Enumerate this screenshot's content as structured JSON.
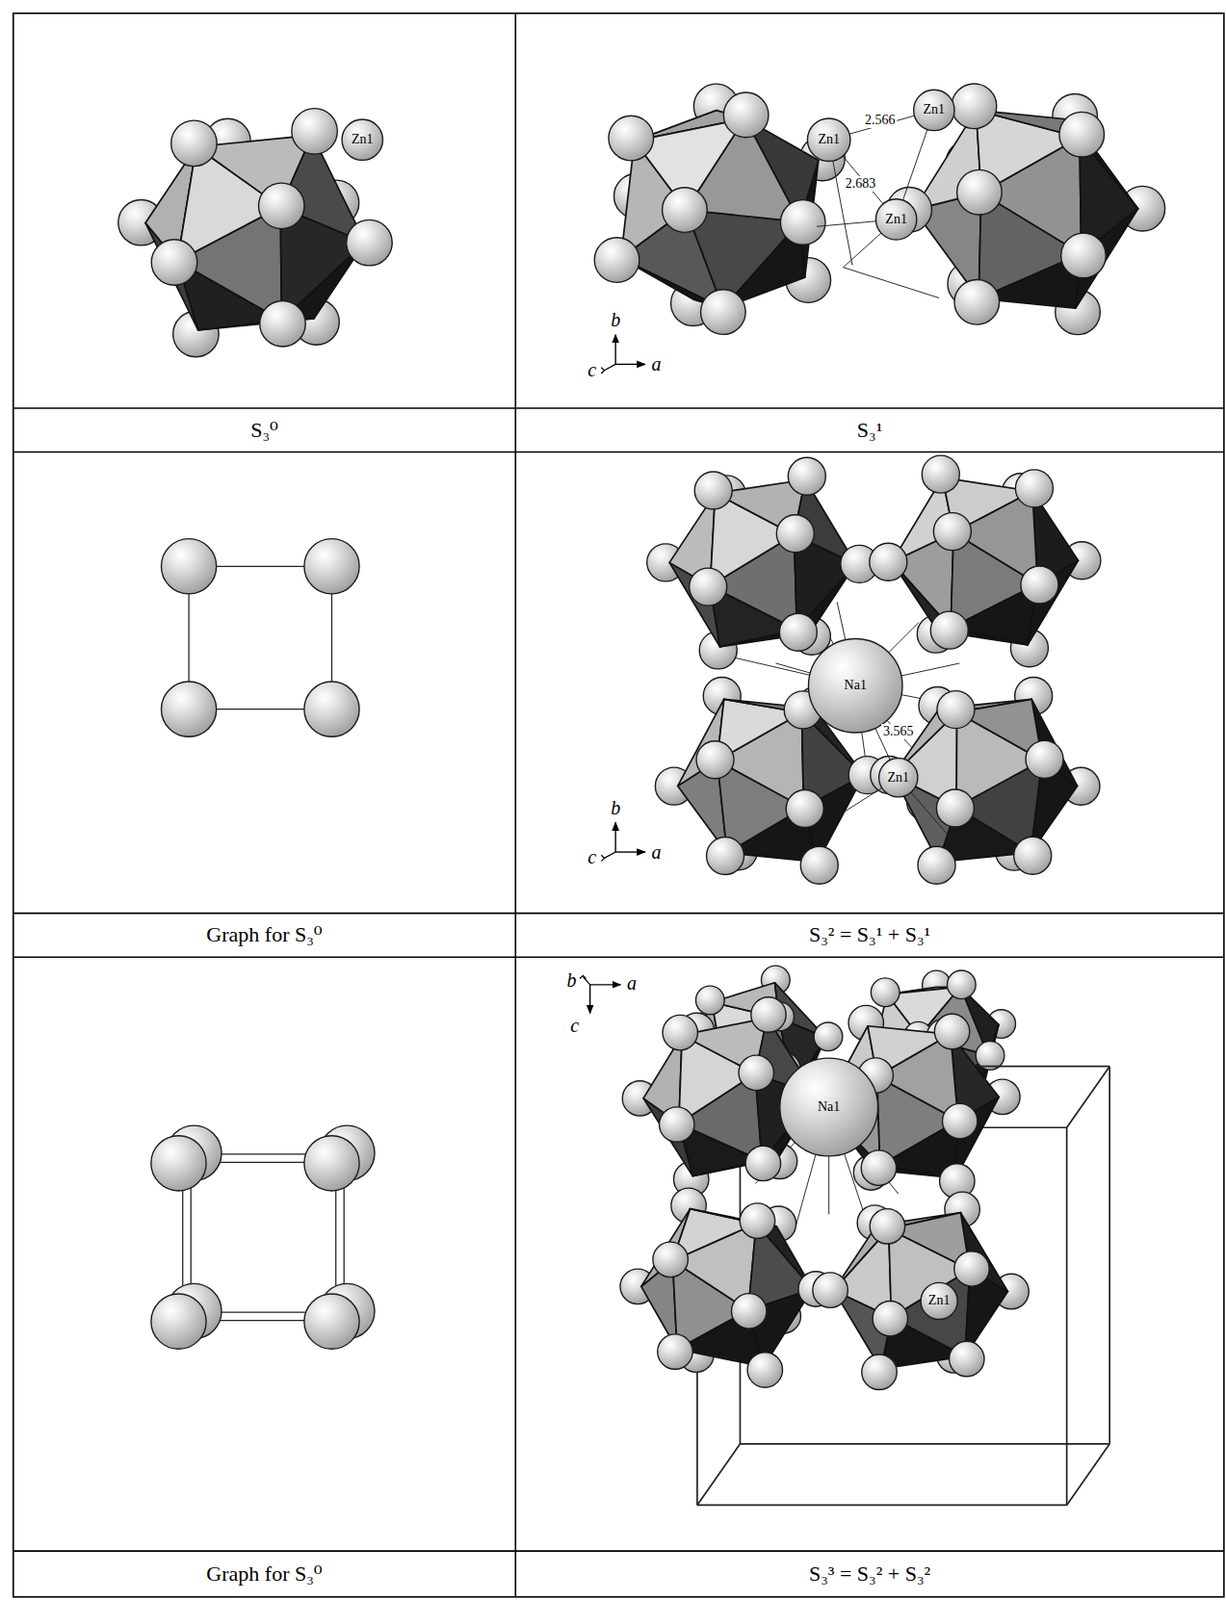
{
  "diagram": {
    "nodes": [
      {
        "text": [
          "S₃⁰"
        ]
      },
      {
        "text": [
          "S₃¹"
        ]
      },
      {
        "text": [
          "Graph for S₃⁰"
        ]
      },
      {
        "text": [
          "S₃² = S₃¹ + S₃¹"
        ]
      },
      {
        "text": [
          "Graph for S₃⁰"
        ]
      },
      {
        "text": [
          "S₃³ = S₃² + S₃²"
        ]
      }
    ],
    "labels": [
      "Zn1",
      "2.566",
      "Zn1",
      "Zn1",
      "2.683",
      "Zn1",
      "b",
      "c",
      "a",
      "Na1",
      "3.565",
      "Zn1",
      "b",
      "c",
      "a",
      "b",
      "a",
      "c",
      "Na1",
      "Zn1"
    ]
  }
}
